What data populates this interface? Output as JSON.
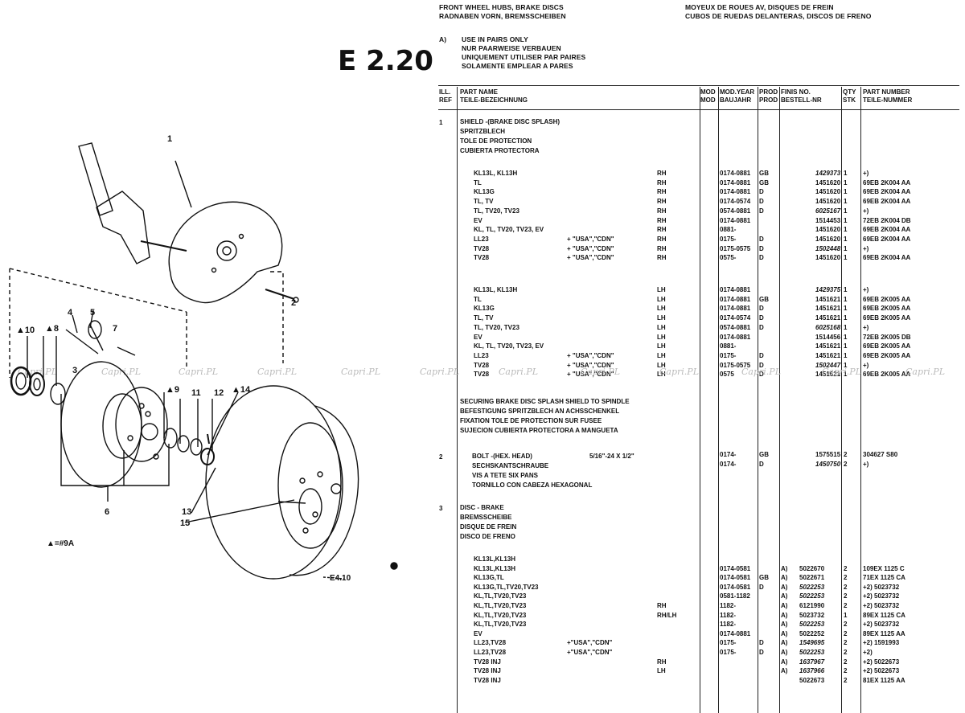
{
  "header": {
    "left": [
      "FRONT WHEEL HUBS, BRAKE DISCS",
      "RADNABEN VORN, BREMSSCHEIBEN"
    ],
    "right": [
      "MOYEUX DE ROUES AV, DISQUES DE FREIN",
      "CUBOS DE RUEDAS DELANTERAS, DISCOS DE FRENO"
    ],
    "page_code": "E 2.20"
  },
  "note": {
    "label": "A)",
    "lines": [
      "USE IN PAIRS ONLY",
      "NUR PAARWEISE VERBAUEN",
      "UNIQUEMENT UTILISER PAR PAIRES",
      "SOLAMENTE EMPLEAR A PARES"
    ]
  },
  "columns": {
    "ill": [
      "ILL.",
      "REF"
    ],
    "part_name": [
      "PART NAME",
      "TEILE-BEZEICHNUNG"
    ],
    "mod": [
      "MOD",
      "MOD"
    ],
    "mod_year": [
      "MOD.YEAR",
      "BAUJAHR"
    ],
    "prod": [
      "PROD",
      "PROD"
    ],
    "finis": [
      "FINIS NO.",
      "BESTELL-NR"
    ],
    "qty": [
      "QTY",
      "STK"
    ],
    "part_number": [
      "PART NUMBER",
      "TEILE-NUMMER"
    ]
  },
  "sections": [
    {
      "ref": "1",
      "names": [
        "SHIELD -(BRAKE DISC SPLASH)",
        "SPRITZBLECH",
        "TOLE DE PROTECTION",
        "CUBIERTA PROTECTORA"
      ]
    },
    {
      "ref": "",
      "names": [
        "SECURING BRAKE DISC SPLASH SHIELD TO SPINDLE",
        "BEFESTIGUNG SPRITZBLECH AN ACHSSCHENKEL",
        "FIXATION TOLE DE PROTECTION SUR FUSEE",
        "SUJECION CUBIERTA PROTECTORA A MANGUETA"
      ]
    },
    {
      "ref": "2",
      "names": [
        "BOLT -(HEX. HEAD)",
        "SECHSKANTSCHRAUBE",
        "VIS A TETE SIX PANS",
        "TORNILLO CON CABEZA HEXAGONAL"
      ],
      "spec": "5/16\"-24 X 1/2\""
    },
    {
      "ref": "3",
      "names": [
        "DISC - BRAKE",
        "BREMSSCHEIBE",
        "DISQUE DE FREIN",
        "DISCO DE FRENO"
      ]
    }
  ],
  "rows_shield_rh": [
    {
      "model": "KL13L, KL13H",
      "opt": "",
      "side": "RH",
      "year": "0174-0881",
      "prod": "GB",
      "finis": "1429373",
      "it": true,
      "qty": "1",
      "pn": "+)"
    },
    {
      "model": "TL",
      "opt": "",
      "side": "RH",
      "year": "0174-0881",
      "prod": "GB",
      "finis": "1451620",
      "it": false,
      "qty": "1",
      "pn": "69EB 2K004 AA"
    },
    {
      "model": "KL13G",
      "opt": "",
      "side": "RH",
      "year": "0174-0881",
      "prod": "D",
      "finis": "1451620",
      "it": false,
      "qty": "1",
      "pn": "69EB 2K004 AA"
    },
    {
      "model": "TL, TV",
      "opt": "",
      "side": "RH",
      "year": "0174-0574",
      "prod": "D",
      "finis": "1451620",
      "it": false,
      "qty": "1",
      "pn": "69EB 2K004 AA"
    },
    {
      "model": "TL, TV20, TV23",
      "opt": "",
      "side": "RH",
      "year": "0574-0881",
      "prod": "D",
      "finis": "6025167",
      "it": true,
      "qty": "1",
      "pn": "+)"
    },
    {
      "model": "EV",
      "opt": "",
      "side": "RH",
      "year": "0174-0881",
      "prod": "",
      "finis": "1514453",
      "it": false,
      "qty": "1",
      "pn": "72EB 2K004 DB"
    },
    {
      "model": "KL, TL, TV20, TV23, EV",
      "opt": "",
      "side": "RH",
      "year": "0881-",
      "prod": "",
      "finis": "1451620",
      "it": false,
      "qty": "1",
      "pn": "69EB 2K004 AA"
    },
    {
      "model": "LL23",
      "opt": "+ \"USA\",\"CDN\"",
      "side": "RH",
      "year": "0175-",
      "prod": "D",
      "finis": "1451620",
      "it": false,
      "qty": "1",
      "pn": "69EB 2K004 AA"
    },
    {
      "model": "TV28",
      "opt": "+ \"USA\",\"CDN\"",
      "side": "RH",
      "year": "0175-0575",
      "prod": "D",
      "finis": "1502448",
      "it": true,
      "qty": "1",
      "pn": "+)"
    },
    {
      "model": "TV28",
      "opt": "+ \"USA\",\"CDN\"",
      "side": "RH",
      "year": "0575-",
      "prod": "D",
      "finis": "1451620",
      "it": false,
      "qty": "1",
      "pn": "69EB 2K004 AA"
    }
  ],
  "rows_shield_lh": [
    {
      "model": "KL13L, KL13H",
      "opt": "",
      "side": "LH",
      "year": "0174-0881",
      "prod": "",
      "finis": "1429375",
      "it": true,
      "qty": "1",
      "pn": "+)"
    },
    {
      "model": "TL",
      "opt": "",
      "side": "LH",
      "year": "0174-0881",
      "prod": "GB",
      "finis": "1451621",
      "it": false,
      "qty": "1",
      "pn": "69EB 2K005 AA"
    },
    {
      "model": "KL13G",
      "opt": "",
      "side": "LH",
      "year": "0174-0881",
      "prod": "D",
      "finis": "1451621",
      "it": false,
      "qty": "1",
      "pn": "69EB 2K005 AA"
    },
    {
      "model": "TL, TV",
      "opt": "",
      "side": "LH",
      "year": "0174-0574",
      "prod": "D",
      "finis": "1451621",
      "it": false,
      "qty": "1",
      "pn": "69EB 2K005 AA"
    },
    {
      "model": "TL, TV20, TV23",
      "opt": "",
      "side": "LH",
      "year": "0574-0881",
      "prod": "D",
      "finis": "6025168",
      "it": true,
      "qty": "1",
      "pn": "+)"
    },
    {
      "model": "EV",
      "opt": "",
      "side": "LH",
      "year": "0174-0881",
      "prod": "",
      "finis": "1514456",
      "it": false,
      "qty": "1",
      "pn": "72EB 2K005 DB"
    },
    {
      "model": "KL, TL, TV20, TV23, EV",
      "opt": "",
      "side": "LH",
      "year": "0881-",
      "prod": "",
      "finis": "1451621",
      "it": false,
      "qty": "1",
      "pn": "69EB 2K005 AA"
    },
    {
      "model": "LL23",
      "opt": "+ \"USA\",\"CDN\"",
      "side": "LH",
      "year": "0175-",
      "prod": "D",
      "finis": "1451621",
      "it": false,
      "qty": "1",
      "pn": "69EB 2K005 AA"
    },
    {
      "model": "TV28",
      "opt": "+ \"USA\",\"CDN\"",
      "side": "LH",
      "year": "0175-0575",
      "prod": "D",
      "finis": "1502447",
      "it": true,
      "qty": "1",
      "pn": "+)"
    },
    {
      "model": "TV28",
      "opt": "+ \"USA\",\"CDN\"",
      "side": "LH",
      "year": "0575",
      "prod": "D",
      "finis": "1451621",
      "it": false,
      "qty": "1",
      "pn": "69EB 2K005 AA"
    }
  ],
  "rows_bolt": [
    {
      "model": "",
      "opt": "",
      "side": "",
      "year": "0174-",
      "prod": "GB",
      "finis": "1575515",
      "it": false,
      "qty": "2",
      "pn": "304627 S80"
    },
    {
      "model": "",
      "opt": "",
      "side": "",
      "year": "0174-",
      "prod": "D",
      "finis": "1450750",
      "it": true,
      "qty": "2",
      "pn": "+)"
    }
  ],
  "rows_disc": [
    {
      "model": "KL13L,KL13H",
      "opt": "",
      "side": "",
      "year": "",
      "prod": "",
      "a": "",
      "finis": "",
      "it": false,
      "qty": "",
      "pn": ""
    },
    {
      "model": "KL13L,KL13H",
      "opt": "",
      "side": "",
      "year": "0174-0581",
      "prod": "",
      "a": "A)",
      "finis": "5022670",
      "it": false,
      "qty": "2",
      "pn": "109EX 1125 C"
    },
    {
      "model": "KL13G,TL",
      "opt": "",
      "side": "",
      "year": "0174-0581",
      "prod": "GB",
      "a": "A)",
      "finis": "5022671",
      "it": false,
      "qty": "2",
      "pn": "71EX 1125 CA"
    },
    {
      "model": "KL13G,TL,TV20,TV23",
      "opt": "",
      "side": "",
      "year": "0174-0581",
      "prod": "D",
      "a": "A)",
      "finis": "5022253",
      "it": true,
      "qty": "2",
      "pn": "+2) 5023732"
    },
    {
      "model": "KL,TL,TV20,TV23",
      "opt": "",
      "side": "",
      "year": "0581-1182",
      "prod": "",
      "a": "A)",
      "finis": "5022253",
      "it": true,
      "qty": "2",
      "pn": "+2) 5023732"
    },
    {
      "model": "KL,TL,TV20,TV23",
      "opt": "",
      "side": "RH",
      "year": "1182-",
      "prod": "",
      "a": "A)",
      "finis": "6121990",
      "it": false,
      "qty": "2",
      "pn": "+2) 5023732"
    },
    {
      "model": "KL,TL,TV20,TV23",
      "opt": "",
      "side": "RH/LH",
      "year": "1182-",
      "prod": "",
      "a": "A)",
      "finis": "5023732",
      "it": false,
      "qty": "1",
      "pn": "89EX 1125 CA"
    },
    {
      "model": "KL,TL,TV20,TV23",
      "opt": "",
      "side": "",
      "year": "1182-",
      "prod": "",
      "a": "A)",
      "finis": "5022253",
      "it": true,
      "qty": "2",
      "pn": "+2) 5023732"
    },
    {
      "model": "EV",
      "opt": "",
      "side": "",
      "year": "0174-0881",
      "prod": "",
      "a": "A)",
      "finis": "5022252",
      "it": false,
      "qty": "2",
      "pn": "89EX 1125 AA"
    },
    {
      "model": "LL23,TV28",
      "opt": "+\"USA\",\"CDN\"",
      "side": "",
      "year": "0175-",
      "prod": "D",
      "a": "A)",
      "finis": "1549695",
      "it": true,
      "qty": "2",
      "pn": "+2) 1591993"
    },
    {
      "model": "LL23,TV28",
      "opt": "+\"USA\",\"CDN\"",
      "side": "",
      "year": "0175-",
      "prod": "D",
      "a": "A)",
      "finis": "5022253",
      "it": true,
      "qty": "2",
      "pn": "+2)"
    },
    {
      "model": "TV28 INJ",
      "opt": "",
      "side": "RH",
      "year": "",
      "prod": "",
      "a": "A)",
      "finis": "1637967",
      "it": true,
      "qty": "2",
      "pn": "+2) 5022673"
    },
    {
      "model": "TV28 INJ",
      "opt": "",
      "side": "LH",
      "year": "",
      "prod": "",
      "a": "A)",
      "finis": "1637966",
      "it": true,
      "qty": "2",
      "pn": "+2) 5022673"
    },
    {
      "model": "TV28 INJ",
      "opt": "",
      "side": "",
      "year": "",
      "prod": "",
      "a": "",
      "finis": "5022673",
      "it": false,
      "qty": "2",
      "pn": "81EX 1125 AA"
    }
  ],
  "diagram": {
    "callouts": [
      "1",
      "2",
      "3",
      "4",
      "5",
      "6",
      "7",
      "8",
      "9",
      "10",
      "11",
      "12",
      "13",
      "14",
      "15"
    ],
    "tri_labels": [
      "▲10",
      "▲8",
      "▲9",
      "▲14"
    ],
    "legend": "▲=#9A",
    "ref": "E4.10"
  },
  "watermark": "Capri.PL"
}
